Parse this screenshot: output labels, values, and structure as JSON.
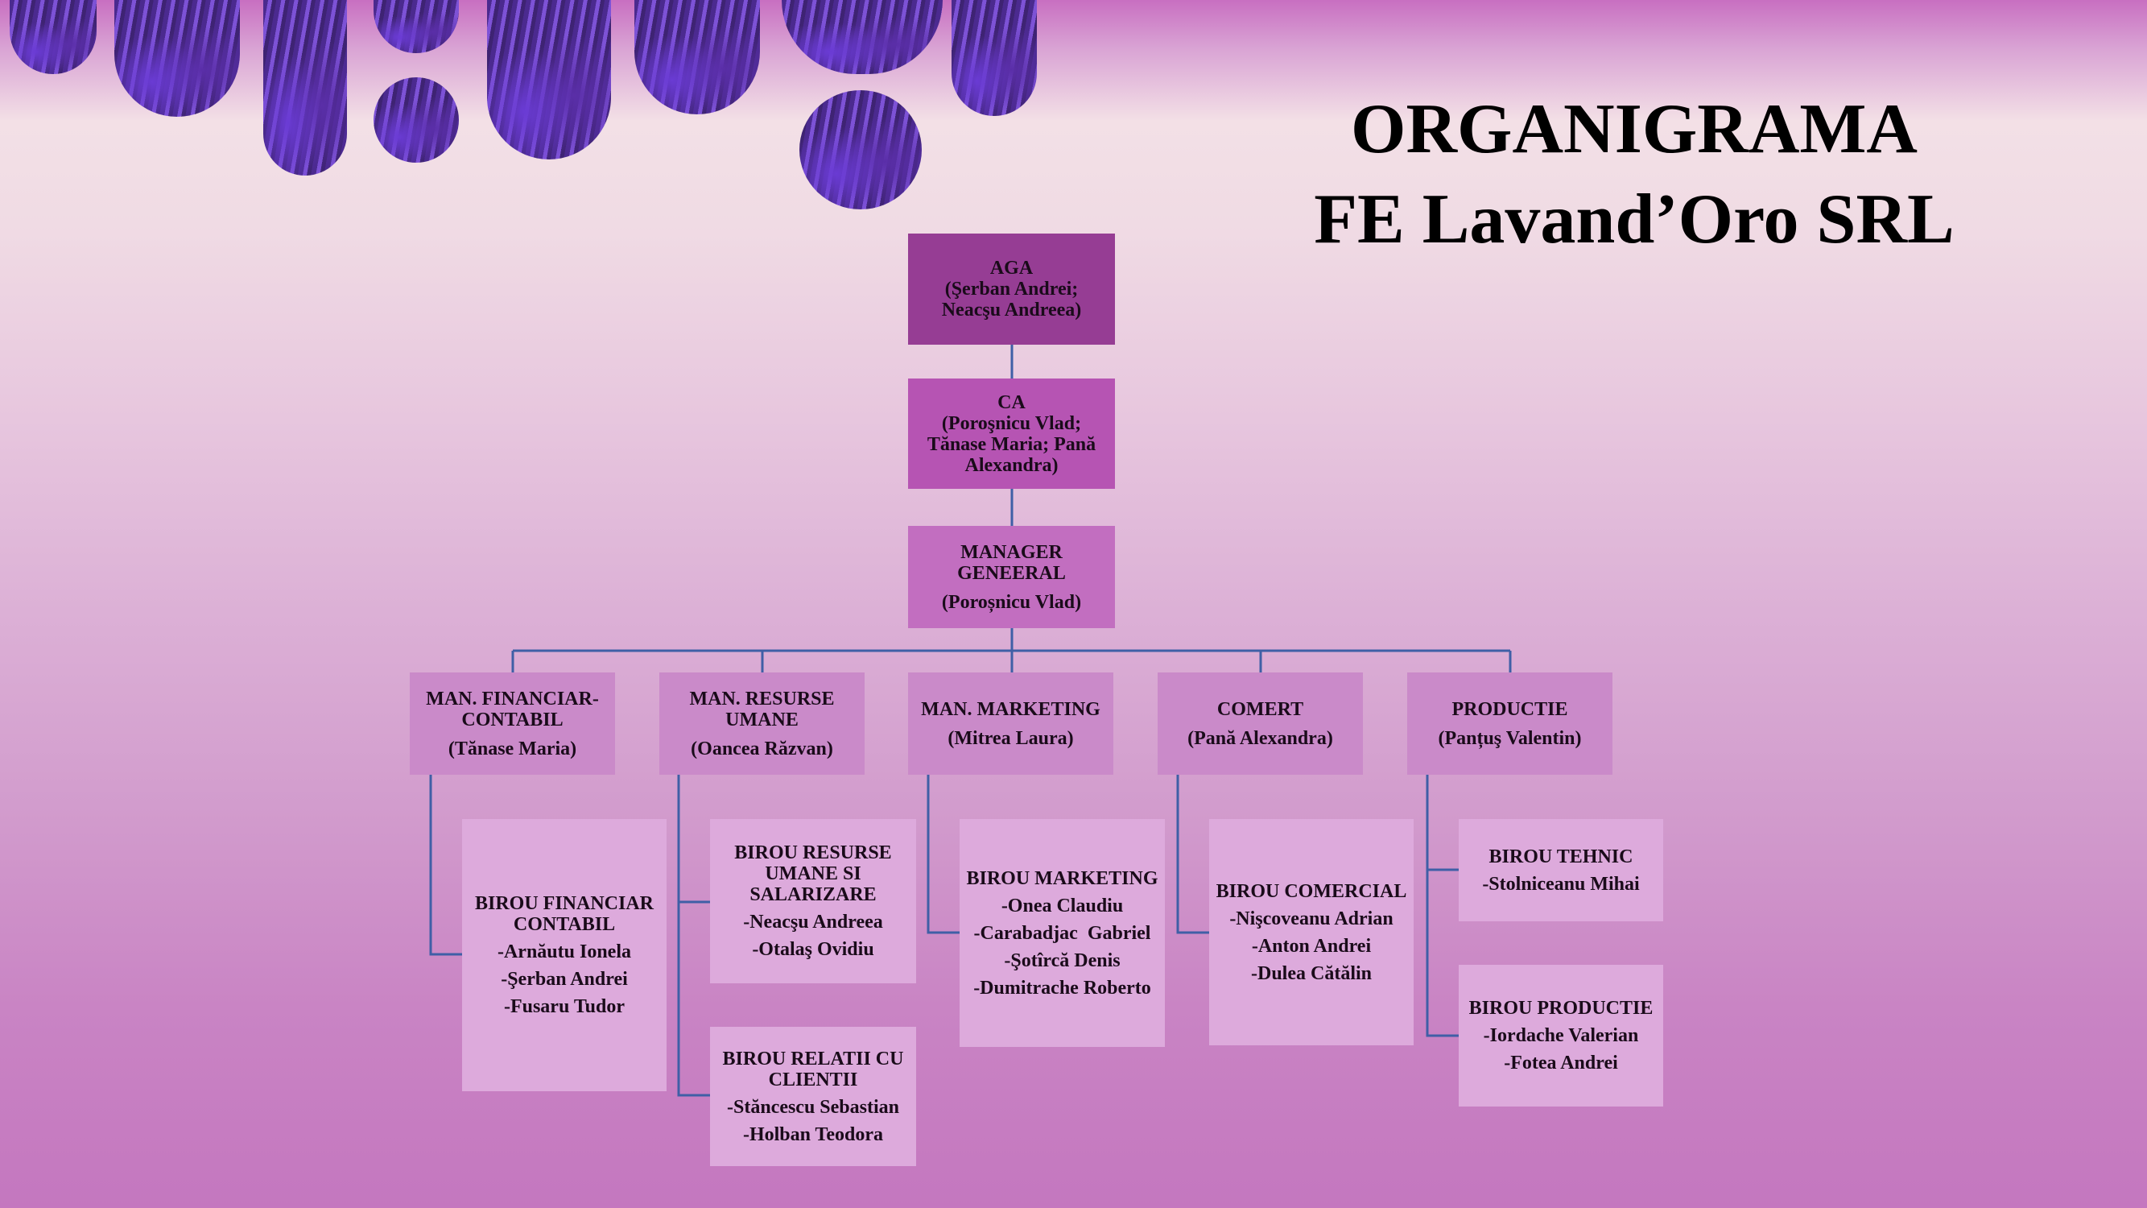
{
  "title": {
    "line1": "ORGANIGRAMA",
    "line2": "FE Lavand’Oro SRL"
  },
  "colors": {
    "aga": "#963d94",
    "ca": "#b654b3",
    "manager": "#c26ec0",
    "managers": "#ca8ac9",
    "offices": "#ddaadc",
    "connector": "#3f5fa6"
  },
  "aga": {
    "title": "AGA",
    "members": "(Şerban Andrei; Neacşu Andreea)"
  },
  "ca": {
    "title": "CA",
    "members": "(Poroşnicu Vlad; Tănase Maria; Pană Alexandra)"
  },
  "manager": {
    "title": "MANAGER GENEERAL",
    "name": "(Poroșnicu Vlad)"
  },
  "managers": [
    {
      "title": "MAN. FINANCIAR-CONTABIL",
      "name": "(Tănase Maria)"
    },
    {
      "title": "MAN. RESURSE UMANE",
      "name": "(Oancea Răzvan)"
    },
    {
      "title": "MAN. MARKETING",
      "name": "(Mitrea Laura)"
    },
    {
      "title": "COMERT",
      "name": "(Pană Alexandra)"
    },
    {
      "title": "PRODUCTIE",
      "name": "(Panțuş Valentin)"
    }
  ],
  "offices": {
    "financiar": {
      "title": "BIROU FINANCIAR CONTABIL",
      "staff": [
        "-Arnăutu Ionela",
        "-Şerban Andrei",
        "-Fusaru Tudor"
      ]
    },
    "resurse": {
      "title": "BIROU RESURSE UMANE SI SALARIZARE",
      "staff": [
        "-Neacşu Andreea",
        "-Otalaş Ovidiu"
      ]
    },
    "relatii": {
      "title": "BIROU RELATII CU CLIENTII",
      "staff": [
        "-Stăncescu Sebastian",
        "-Holban Teodora"
      ]
    },
    "marketing": {
      "title": "BIROU MARKETING",
      "staff": [
        "-Onea Claudiu",
        "-Carabadjac  Gabriel",
        "-Şotîrcă Denis",
        "-Dumitrache Roberto"
      ]
    },
    "comercial": {
      "title": "BIROU COMERCIAL",
      "staff": [
        "-Nişcoveanu Adrian",
        "-Anton Andrei",
        "-Dulea Cătălin"
      ]
    },
    "tehnic": {
      "title": "BIROU TEHNIC",
      "staff": [
        "-Stolniceanu Mihai"
      ]
    },
    "productie": {
      "title": "BIROU PRODUCTIE",
      "staff": [
        "-Iordache Valerian",
        "-Fotea Andrei"
      ]
    }
  }
}
